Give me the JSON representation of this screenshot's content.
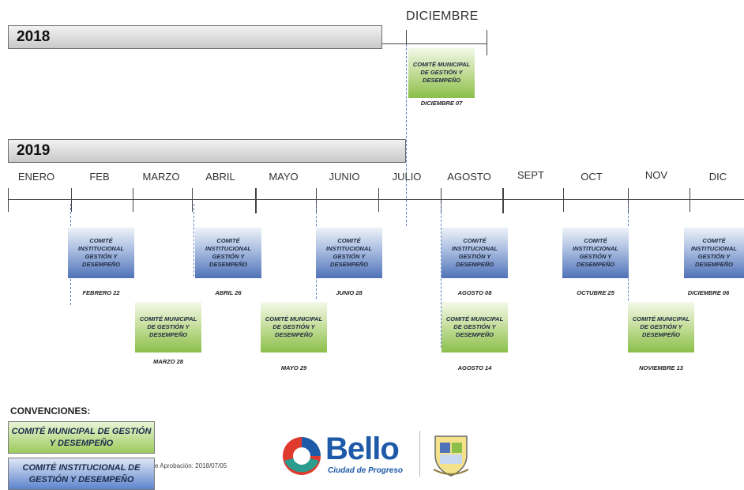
{
  "years": {
    "y2018": "2018",
    "y2019": "2019"
  },
  "dec2018": {
    "month": "DICIEMBRE",
    "event": "COMITÉ MUNICIPAL DE GESTIÓN Y DESEMPEÑO",
    "date": "DICIEMBRE  07"
  },
  "months": [
    "ENERO",
    "FEB",
    "MARZO",
    "ABRIL",
    "MAYO",
    "JUNIO",
    "JULIO",
    "AGOSTO",
    "SEPT",
    "OCT",
    "NOV",
    "DIC"
  ],
  "events_2019": [
    {
      "type": "institucional",
      "label": "COMITÉ INSTITUCIONAL GESTIÓN Y DESEMPEÑO",
      "date": "FEBRERO  22"
    },
    {
      "type": "municipal",
      "label": "COMITÉ MUNICIPAL DE GESTIÓN Y DESEMPEÑO",
      "date": "MARZO  28"
    },
    {
      "type": "institucional",
      "label": "COMITÉ INSTITUCIONAL GESTIÓN Y DESEMPEÑO",
      "date": "ABRIL  26"
    },
    {
      "type": "municipal",
      "label": "COMITÉ MUNICIPAL DE GESTIÓN Y DESEMPEÑO",
      "date": "MAYO  29"
    },
    {
      "type": "institucional",
      "label": "COMITÉ INSTITUCIONAL GESTIÓN Y DESEMPEÑO",
      "date": "JUNIO  28"
    },
    {
      "type": "institucional",
      "label": "COMITÉ INSTITUCIONAL GESTIÓN Y DESEMPEÑO",
      "date": "AGOSTO  08"
    },
    {
      "type": "municipal",
      "label": "COMITÉ MUNICIPAL DE GESTIÓN Y DESEMPEÑO",
      "date": "AGOSTO  14"
    },
    {
      "type": "institucional",
      "label": "COMITÉ INSTITUCIONAL GESTIÓN Y DESEMPEÑO",
      "date": "OCTUBRE  25"
    },
    {
      "type": "municipal",
      "label": "COMITÉ MUNICIPAL DE GESTIÓN Y DESEMPEÑO",
      "date": "NOVIEMBRE  13"
    },
    {
      "type": "institucional",
      "label": "COMITÉ INSTITUCIONAL GESTIÓN Y DESEMPEÑO",
      "date": "DICIEMBRE  06"
    }
  ],
  "conventions": {
    "title": "CONVENCIONES:",
    "municipal": "COMITÉ  MUNICIPAL DE  GESTIÓN  Y  DESEMPEÑO",
    "institucional": "COMITÉ  INSTITUCIONAL DE GESTIÓN Y  DESEMPEÑO"
  },
  "footer": {
    "approval": "e Aprobación: 2018/07/05"
  },
  "logo": {
    "name": "Bello",
    "tagline": "Ciudad de Progreso"
  },
  "colors": {
    "municipal": "#9ccb5c",
    "institucional": "#4f72b8",
    "dashed": "#5b7fc8"
  }
}
